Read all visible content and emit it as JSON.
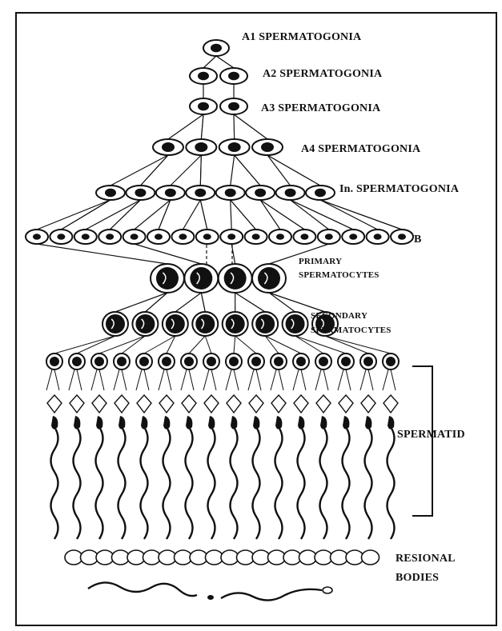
{
  "labels": {
    "a1": "A1 SPERMATOGONIA",
    "a2": "A2 SPERMATOGONIA",
    "a3": "A3 SPERMATOGONIA",
    "a4": "A4 SPERMATOGONIA",
    "in": "In. SPERMATOGONIA",
    "b": "B",
    "primary_1": "PRIMARY",
    "primary_2": "SPERMATOCYTES",
    "secondary_1": "SECONDARY",
    "secondary_2": "SPERMATOCYTES",
    "spermatid": "SPERMATID",
    "residual_1": "RESIONAL",
    "residual_2": "BODIES"
  },
  "levels": [
    {
      "id": "a1",
      "cells": 1
    },
    {
      "id": "a2",
      "cells": 2
    },
    {
      "id": "a3",
      "cells": 2
    },
    {
      "id": "a4",
      "cells": 4
    },
    {
      "id": "in",
      "cells": 8
    },
    {
      "id": "b",
      "cells": 16
    },
    {
      "id": "primary",
      "cells": 4
    },
    {
      "id": "secondary",
      "cells": 8
    },
    {
      "id": "spermatid_rows",
      "cells": 16
    },
    {
      "id": "residual",
      "cells": 20
    }
  ],
  "colors": {
    "ink": "#111111",
    "paper": "#ffffff"
  }
}
